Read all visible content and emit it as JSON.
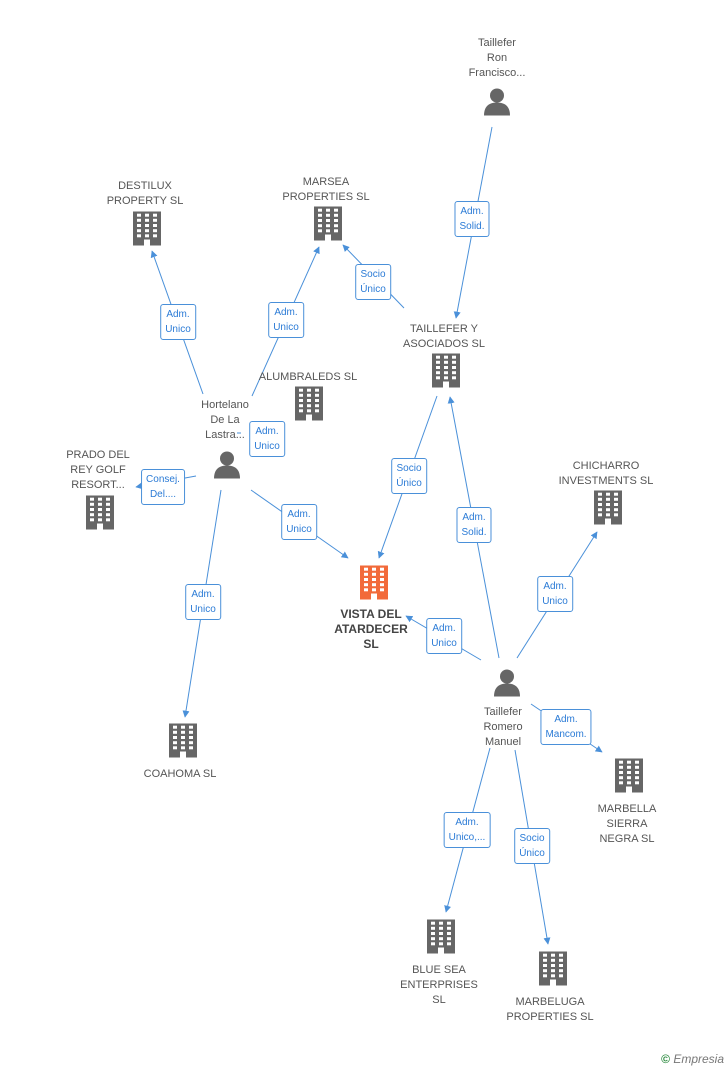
{
  "nodes": [
    {
      "id": "taillefer_ron",
      "type": "person",
      "label": "Taillefer\nRon\nFrancisco..."
    },
    {
      "id": "destilux",
      "type": "company",
      "label": "DESTILUX\nPROPERTY  SL"
    },
    {
      "id": "marsea",
      "type": "company",
      "label": "MARSEA\nPROPERTIES  SL"
    },
    {
      "id": "taillefer_asociados",
      "type": "company",
      "label": "TAILLEFER Y\nASOCIADOS SL"
    },
    {
      "id": "alumbraleds",
      "type": "company",
      "label": "ALUMBRALEDS SL"
    },
    {
      "id": "hortelano",
      "type": "person",
      "label": "Hortelano\nDe La\nLastra..."
    },
    {
      "id": "prado",
      "type": "company",
      "label": "PRADO DEL\nREY GOLF\nRESORT..."
    },
    {
      "id": "chicharro",
      "type": "company",
      "label": "CHICHARRO\nINVESTMENTS SL"
    },
    {
      "id": "vista",
      "type": "company",
      "main": true,
      "label": "VISTA DEL\nATARDECER\nSL"
    },
    {
      "id": "taillefer_romero",
      "type": "person",
      "label": "Taillefer\nRomero\nManuel"
    },
    {
      "id": "coahoma",
      "type": "company",
      "label": "COAHOMA SL"
    },
    {
      "id": "marbella_sierra",
      "type": "company",
      "label": "MARBELLA\nSIERRA\nNEGRA SL"
    },
    {
      "id": "blue_sea",
      "type": "company",
      "label": "BLUE SEA\nENTERPRISES\nSL"
    },
    {
      "id": "marbeluga",
      "type": "company",
      "label": "MARBELUGA\nPROPERTIES  SL"
    }
  ],
  "edges": [
    {
      "from": "taillefer_ron",
      "to": "taillefer_asociados",
      "label": "Adm.\nSolid."
    },
    {
      "from": "hortelano",
      "to": "destilux",
      "label": "Adm.\nUnico"
    },
    {
      "from": "hortelano",
      "to": "marsea",
      "label": "Adm.\nUnico"
    },
    {
      "from": "taillefer_asociados",
      "to": "marsea",
      "label": "Socio\nÚnico"
    },
    {
      "from": "hortelano",
      "to": "alumbraleds",
      "label": "Adm.\nUnico"
    },
    {
      "from": "hortelano",
      "to": "prado",
      "label": "Consej.\nDel...."
    },
    {
      "from": "hortelano",
      "to": "vista",
      "label": "Adm.\nUnico"
    },
    {
      "from": "hortelano",
      "to": "coahoma",
      "label": "Adm.\nUnico"
    },
    {
      "from": "taillefer_asociados",
      "to": "vista",
      "label": "Socio\nÚnico"
    },
    {
      "from": "taillefer_romero",
      "to": "taillefer_asociados",
      "label": "Adm.\nSolid."
    },
    {
      "from": "taillefer_romero",
      "to": "chicharro",
      "label": "Adm.\nUnico"
    },
    {
      "from": "taillefer_romero",
      "to": "vista",
      "label": "Adm.\nUnico"
    },
    {
      "from": "taillefer_romero",
      "to": "marbella_sierra",
      "label": "Adm.\nMancom."
    },
    {
      "from": "taillefer_romero",
      "to": "blue_sea",
      "label": "Adm.\nUnico,..."
    },
    {
      "from": "taillefer_romero",
      "to": "marbeluga",
      "label": "Socio\nÚnico"
    }
  ],
  "colors": {
    "edge": "#4a90d9",
    "edge_text": "#2b7bd6",
    "company_icon": "#666666",
    "main_company_icon": "#f26a3a",
    "person_icon": "#666666"
  },
  "footer": {
    "copyright": "©",
    "brand": "Empresia"
  }
}
